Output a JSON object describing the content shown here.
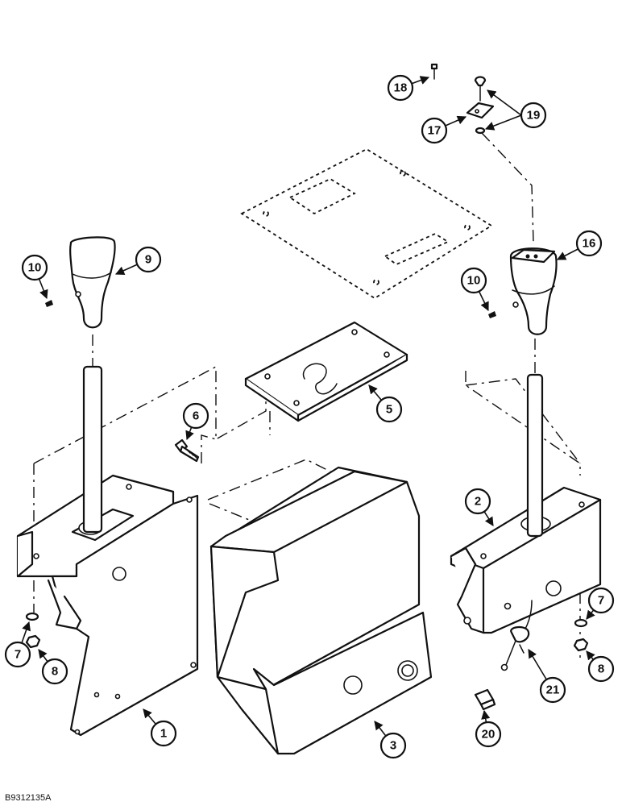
{
  "figure": {
    "reference_code": "B9312135A",
    "callouts": [
      {
        "id": "c1",
        "label": "1"
      },
      {
        "id": "c2",
        "label": "2"
      },
      {
        "id": "c3",
        "label": "3"
      },
      {
        "id": "c5",
        "label": "5"
      },
      {
        "id": "c6",
        "label": "6"
      },
      {
        "id": "c7a",
        "label": "7"
      },
      {
        "id": "c7b",
        "label": "7"
      },
      {
        "id": "c8a",
        "label": "8"
      },
      {
        "id": "c8b",
        "label": "8"
      },
      {
        "id": "c9",
        "label": "9"
      },
      {
        "id": "c10a",
        "label": "10"
      },
      {
        "id": "c10b",
        "label": "10"
      },
      {
        "id": "c16",
        "label": "16"
      },
      {
        "id": "c17",
        "label": "17"
      },
      {
        "id": "c18",
        "label": "18"
      },
      {
        "id": "c19",
        "label": "19"
      },
      {
        "id": "c20",
        "label": "20"
      },
      {
        "id": "c21",
        "label": "21"
      }
    ]
  }
}
